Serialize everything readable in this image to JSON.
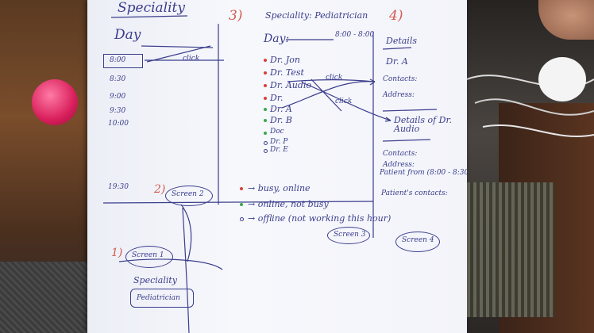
{
  "sketch": {
    "screen1": {
      "number": "1)",
      "label": "Screen 1",
      "speciality_label": "Speciality",
      "speciality_value": "Pediatrician"
    },
    "screen2": {
      "number": "2)",
      "label": "Screen 2",
      "title": "Speciality",
      "day_label": "Day",
      "click_label": "click",
      "times": [
        "8:00",
        "8:30",
        "9:00",
        "9:30",
        "10:00",
        "19:30"
      ]
    },
    "screen3": {
      "number": "3)",
      "title": "Speciality: Pediatrician",
      "day_label": "Day:",
      "time_range": "8:00 - 8:00",
      "doctors": [
        "Dr. Jon",
        "Dr. Test",
        "Dr. Audio",
        "Dr.",
        "Dr. A",
        "Dr. B",
        "Doc",
        "Dr. P",
        "Dr. E"
      ],
      "click_label_1": "click",
      "click_label_2": "click",
      "legend": [
        "→ busy, online",
        "→ online, not busy",
        "→ offline (not working this hour)"
      ],
      "label": "Screen 3"
    },
    "screen4": {
      "number": "4)",
      "title": "Details",
      "top_fields": [
        "Dr. A",
        "Contacts:",
        "Address:"
      ],
      "details_title": "Details of Dr. Audio",
      "bottom_fields": [
        "Contacts:",
        "Address:",
        "Patient from (8:00 - 8:30)",
        "Patient's contacts:"
      ],
      "label": "Screen 4"
    }
  }
}
